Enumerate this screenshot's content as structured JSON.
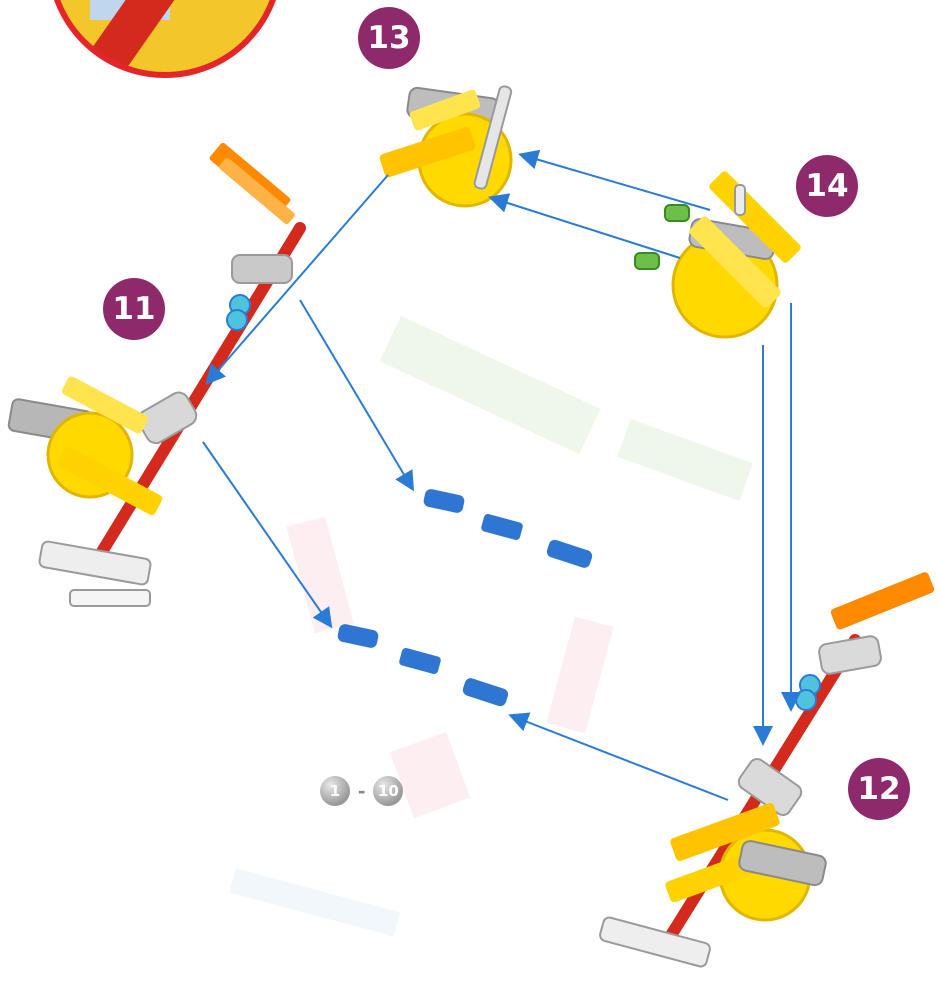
{
  "steps": {
    "step_11": "11",
    "step_12": "12",
    "step_13": "13",
    "step_14": "14"
  },
  "range": {
    "from": "1",
    "to": "10",
    "separator": "-"
  },
  "colors": {
    "badge": "#8e2a6b",
    "rod": "#d42a1e",
    "connector_yellow": "#ffd900",
    "connector_orange": "#ff8a00",
    "connector_gray": "#b7b7b7",
    "arrow": "#2a7bd6",
    "blue_part": "#2f76d2",
    "green_part": "#6cc04a",
    "zoom_circle_border": "#e4262b"
  },
  "icons": [
    "zoom-detail-icon",
    "arrow-icon",
    "rod-icon",
    "connector-icon"
  ]
}
